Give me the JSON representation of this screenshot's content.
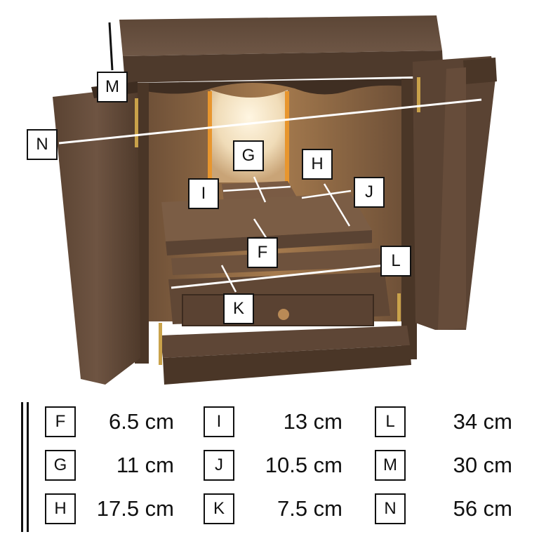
{
  "callouts": [
    "F",
    "G",
    "H",
    "I",
    "J",
    "K",
    "L",
    "M",
    "N"
  ],
  "legend": [
    {
      "key": "F",
      "value": "6.5 cm"
    },
    {
      "key": "I",
      "value": "13 cm"
    },
    {
      "key": "L",
      "value": "34 cm"
    },
    {
      "key": "G",
      "value": "11 cm"
    },
    {
      "key": "J",
      "value": "10.5 cm"
    },
    {
      "key": "M",
      "value": "30 cm"
    },
    {
      "key": "H",
      "value": "17.5 cm"
    },
    {
      "key": "K",
      "value": "7.5 cm"
    },
    {
      "key": "N",
      "value": "56 cm"
    }
  ],
  "colors": {
    "wood_dark": "#4e3a2a",
    "wood_mid": "#6b5240",
    "wood_light": "#8a6b52",
    "glow": "#f5e6c8",
    "line": "#111111",
    "brass": "#c9a24a"
  }
}
